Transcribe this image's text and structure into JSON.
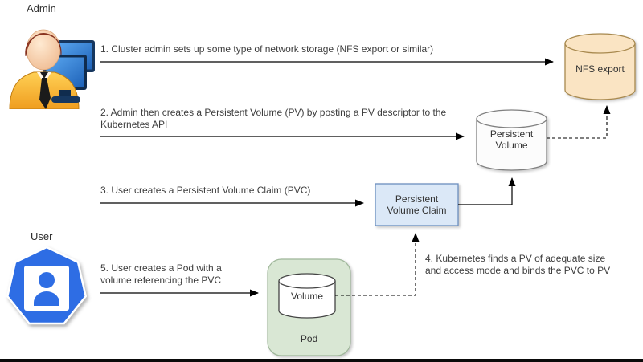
{
  "actors": {
    "admin_label": "Admin",
    "user_label": "User"
  },
  "nodes": {
    "nfs_export": {
      "label": "NFS export"
    },
    "persistent_volume": {
      "lines": [
        "Persistent",
        "Volume"
      ]
    },
    "persistent_volume_claim": {
      "lines": [
        "Persistent",
        "Volume Claim"
      ]
    },
    "volume": {
      "label": "Volume"
    },
    "pod": {
      "label": "Pod"
    }
  },
  "steps": [
    {
      "lines": [
        "1. Cluster admin sets up some type of network storage (NFS export or similar)"
      ]
    },
    {
      "lines": [
        "2. Admin then creates a Persistent Volume (PV) by posting a PV descriptor to the",
        "Kubernetes API"
      ]
    },
    {
      "lines": [
        "3. User creates a Persistent Volume Claim (PVC)"
      ]
    },
    {
      "lines": [
        "4. Kubernetes finds a PV of adequate size",
        "and access mode and binds the PVC to PV"
      ]
    },
    {
      "lines": [
        "5. User creates a Pod with a",
        "volume referencing the PVC"
      ]
    }
  ],
  "colors": {
    "nfs_fill": "#fae4c3",
    "nfs_stroke": "#a8894e",
    "pv_fill": "#fcfcfc",
    "pv_stroke": "#808080",
    "pvc_fill": "#dbe8f7",
    "pvc_stroke": "#6c8ebf",
    "pod_fill": "#d9e7d4",
    "pod_stroke": "#9fb79a",
    "volume_fill": "#ffffff",
    "volume_stroke": "#444444",
    "user_icon_blue": "#2e6de4",
    "connector": "#000000",
    "background": "#ffffff"
  }
}
